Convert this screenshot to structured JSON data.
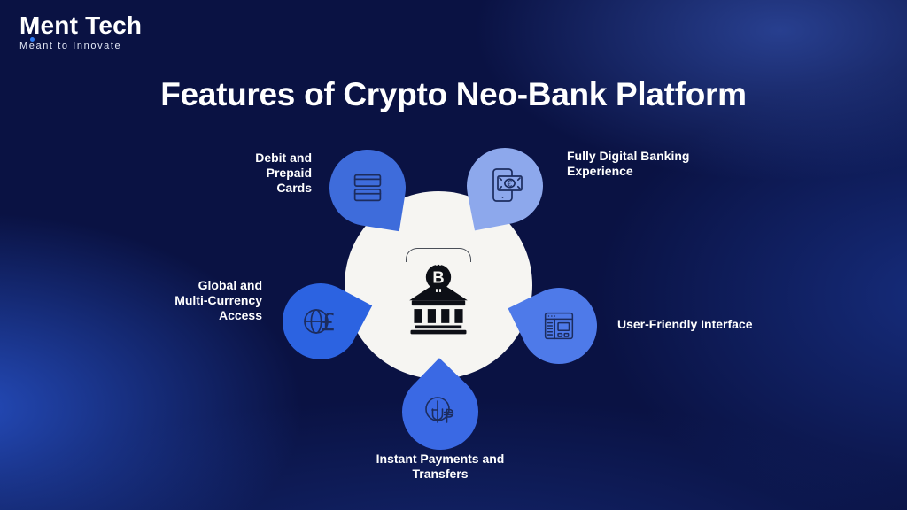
{
  "brand": {
    "name": "Ment Tech",
    "tagline": "Meant to Innovate"
  },
  "title": "Features of Crypto Neo-Bank Platform",
  "center": {
    "icon": "bitcoin-bank-icon",
    "symbol": "B"
  },
  "features": [
    {
      "id": "debit-prepaid-cards",
      "label": "Debit and Prepaid Cards",
      "label_lines": [
        "Debit and",
        "Prepaid",
        "Cards"
      ],
      "icon": "bank-cards-icon",
      "petal_color": "#3e6cdb"
    },
    {
      "id": "fully-digital-banking",
      "label": "Fully Digital Banking Experience",
      "label_lines": [
        "Fully Digital Banking",
        "Experience"
      ],
      "icon": "mobile-banking-euro-icon",
      "petal_color": "#8da8ec"
    },
    {
      "id": "global-multi-currency",
      "label": "Global and Multi-Currency Access",
      "label_lines": [
        "Global and",
        "Multi-Currency",
        "Access"
      ],
      "icon": "globe-pound-icon",
      "petal_color": "#2c63e1"
    },
    {
      "id": "user-friendly-interface",
      "label": "User-Friendly Interface",
      "label_lines": [
        "User-Friendly Interface"
      ],
      "icon": "browser-interface-icon",
      "petal_color": "#4e7ae9"
    },
    {
      "id": "instant-payments-transfers",
      "label": "Instant Payments and Transfers",
      "label_lines": [
        "Instant Payments and",
        "Transfers"
      ],
      "icon": "instant-transfer-icon",
      "petal_color": "#3a69e4"
    }
  ],
  "colors": {
    "bg-base": "#0a1243",
    "bg-glow": "#2b52c0",
    "accent-dot": "#2f7df6",
    "hub": "#f6f5f2",
    "icon-stroke": "#1c2c5e",
    "center-icon": "#0d0f16",
    "text": "#ffffff"
  }
}
